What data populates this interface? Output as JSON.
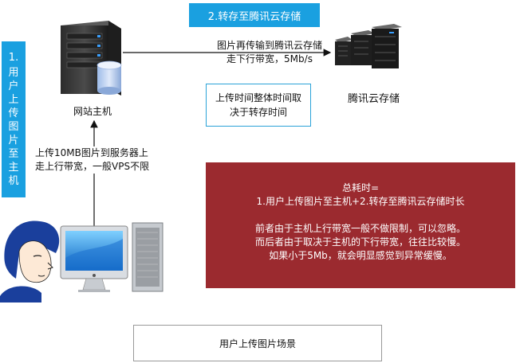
{
  "step2": {
    "label": "2.转存至腾讯云存储"
  },
  "step1": {
    "number": "1.",
    "text": "用户上传图片至主机"
  },
  "web_host": {
    "label": "网站主机"
  },
  "cloud": {
    "label": "腾讯云存储"
  },
  "transfer_label": {
    "line1": "图片再传输到腾讯云存储",
    "line2": "走下行带宽，5Mb/s"
  },
  "upload_label": {
    "line1": "上传10MB图片到服务器上",
    "line2": "走上行带宽，一般VPS不限"
  },
  "note": {
    "line1": "上传时间整体时间取",
    "line2": "决于转存时间"
  },
  "summary": {
    "line1": "总耗时=",
    "line2": "1.用户上传图片至主机+2.转存至腾讯云存储时长",
    "line3": "前者由于主机上行带宽一般不做限制，可以忽略。",
    "line4": "而后者由于取决于主机的下行带宽，往往比较慢。",
    "line5": "如果小于5Mb，就会明显感觉到异常缓慢。"
  },
  "footer": {
    "title": "用户上传图片场景"
  },
  "colors": {
    "accent_blue": "#1aa0e0",
    "panel_red": "#9b2a2f"
  },
  "icons": [
    "server-icon",
    "database-icon",
    "server-rack-icon",
    "user-face-icon",
    "monitor-icon",
    "tower-pc-icon"
  ]
}
